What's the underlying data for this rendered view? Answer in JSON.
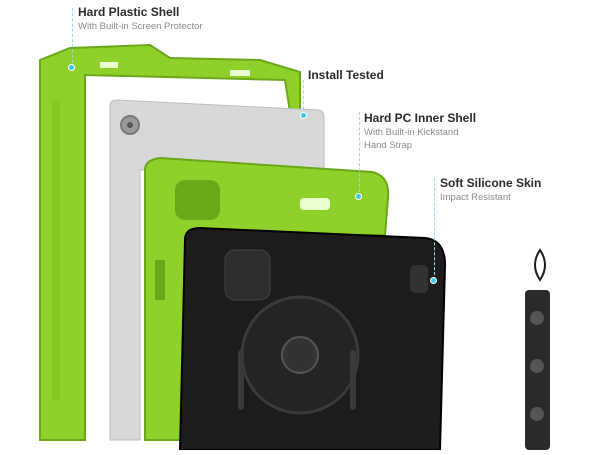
{
  "labels": {
    "hard_plastic": {
      "title": "Hard Plastic Shell",
      "sub": "With Built-in Screen Protector"
    },
    "install_tested": {
      "title": "Install Tested"
    },
    "hard_pc": {
      "title": "Hard PC Inner Shell",
      "sub_line1": "With Built-in Kickstand",
      "sub_line2": "Hand Strap"
    },
    "silicone": {
      "title": "Soft Silicone Skin",
      "sub": "Impact Resistant"
    }
  },
  "colors": {
    "shell_green": "#8fd12a",
    "shell_green_dark": "#6aa81a",
    "tablet_gray": "#d8d8d8",
    "case_black": "#1c1c1c",
    "marker_blue": "#39c8e6"
  },
  "icons": [
    "tablet-camera-icon",
    "hand-strap-icon",
    "lanyard-icon"
  ]
}
